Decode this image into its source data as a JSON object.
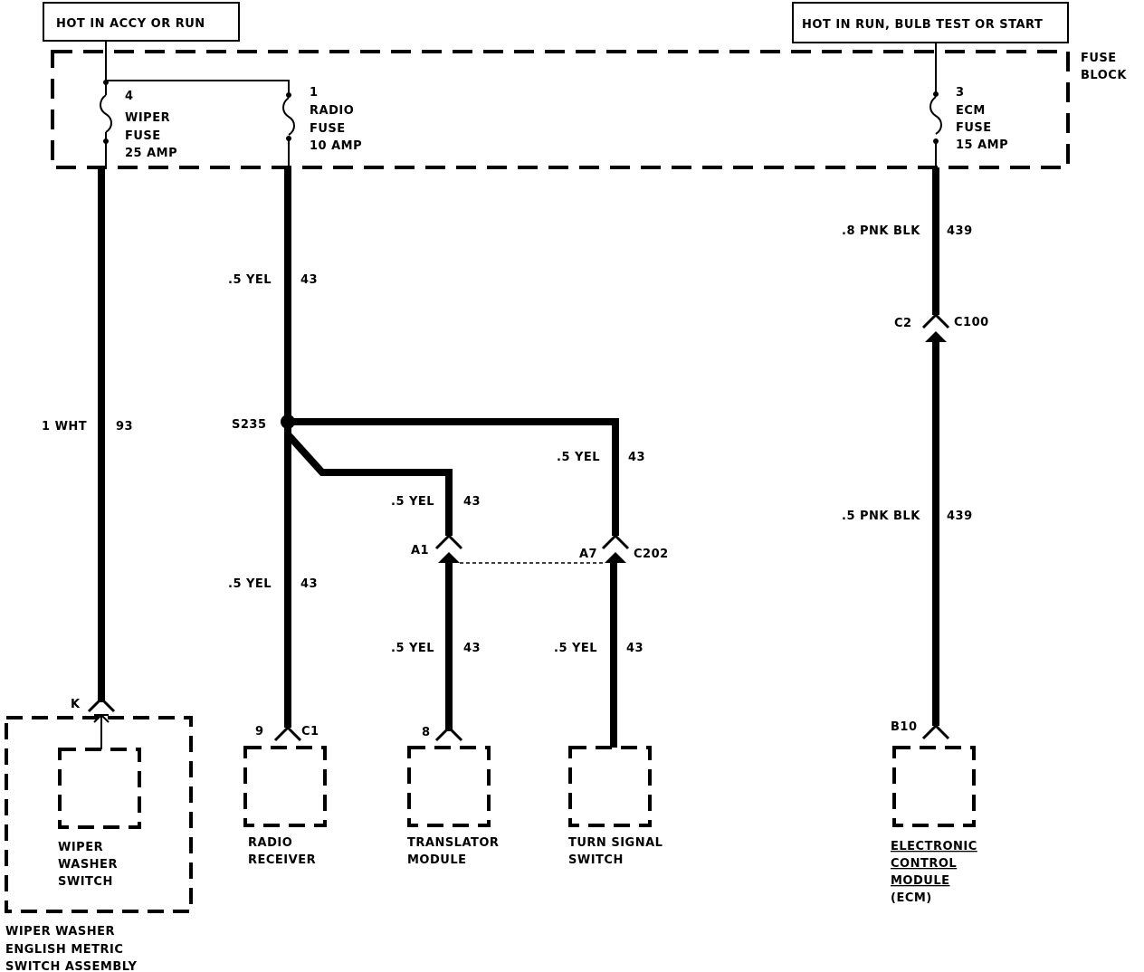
{
  "power_sources": {
    "left": "HOT IN ACCY OR RUN",
    "right": "HOT IN RUN, BULB TEST OR START"
  },
  "fuse_block": {
    "label_line1": "FUSE",
    "label_line2": "BLOCK"
  },
  "fuses": {
    "wiper": {
      "number": "4",
      "line1": "WIPER",
      "line2": "FUSE",
      "line3": "25 AMP"
    },
    "radio": {
      "number": "1",
      "line1": "RADIO",
      "line2": "FUSE",
      "line3": "10 AMP"
    },
    "ecm": {
      "number": "3",
      "line1": "ECM",
      "line2": "FUSE",
      "line3": "15 AMP"
    }
  },
  "wires": {
    "wiper_circuit": {
      "gauge_color": "1 WHT",
      "circuit": "93"
    },
    "radio_upper": {
      "gauge_color": ".5 YEL",
      "circuit": "43"
    },
    "radio_lower": {
      "gauge_color": ".5 YEL",
      "circuit": "43"
    },
    "translator_upper": {
      "gauge_color": ".5 YEL",
      "circuit": "43"
    },
    "translator_lower": {
      "gauge_color": ".5 YEL",
      "circuit": "43"
    },
    "turn_upper": {
      "gauge_color": ".5 YEL",
      "circuit": "43"
    },
    "turn_lower": {
      "gauge_color": ".5 YEL",
      "circuit": "43"
    },
    "ecm_upper": {
      "gauge_color": ".8 PNK BLK",
      "circuit": "439"
    },
    "ecm_lower": {
      "gauge_color": ".5 PNK BLK",
      "circuit": "439"
    }
  },
  "splice": "S235",
  "connectors": {
    "wiper_pin": "K",
    "radio_pin": "9",
    "radio_conn": "C1",
    "translator_pin": "8",
    "c202_a1": "A1",
    "c202_a7": "A7",
    "c202": "C202",
    "c100_pin": "C2",
    "c100": "C100",
    "ecm_pin": "B10"
  },
  "components": {
    "wiper_switch": {
      "line1": "WIPER",
      "line2": "WASHER",
      "line3": "SWITCH"
    },
    "wiper_assembly": {
      "line1": "WIPER WASHER",
      "line2": "ENGLISH METRIC",
      "line3": "SWITCH ASSEMBLY"
    },
    "radio": {
      "line1": "RADIO",
      "line2": "RECEIVER"
    },
    "translator": {
      "line1": "TRANSLATOR",
      "line2": "MODULE"
    },
    "turn_signal": {
      "line1": "TURN SIGNAL",
      "line2": "SWITCH"
    },
    "ecm": {
      "line1": "ELECTRONIC",
      "line2": "CONTROL",
      "line3": "MODULE",
      "line4": "(ECM)"
    }
  }
}
